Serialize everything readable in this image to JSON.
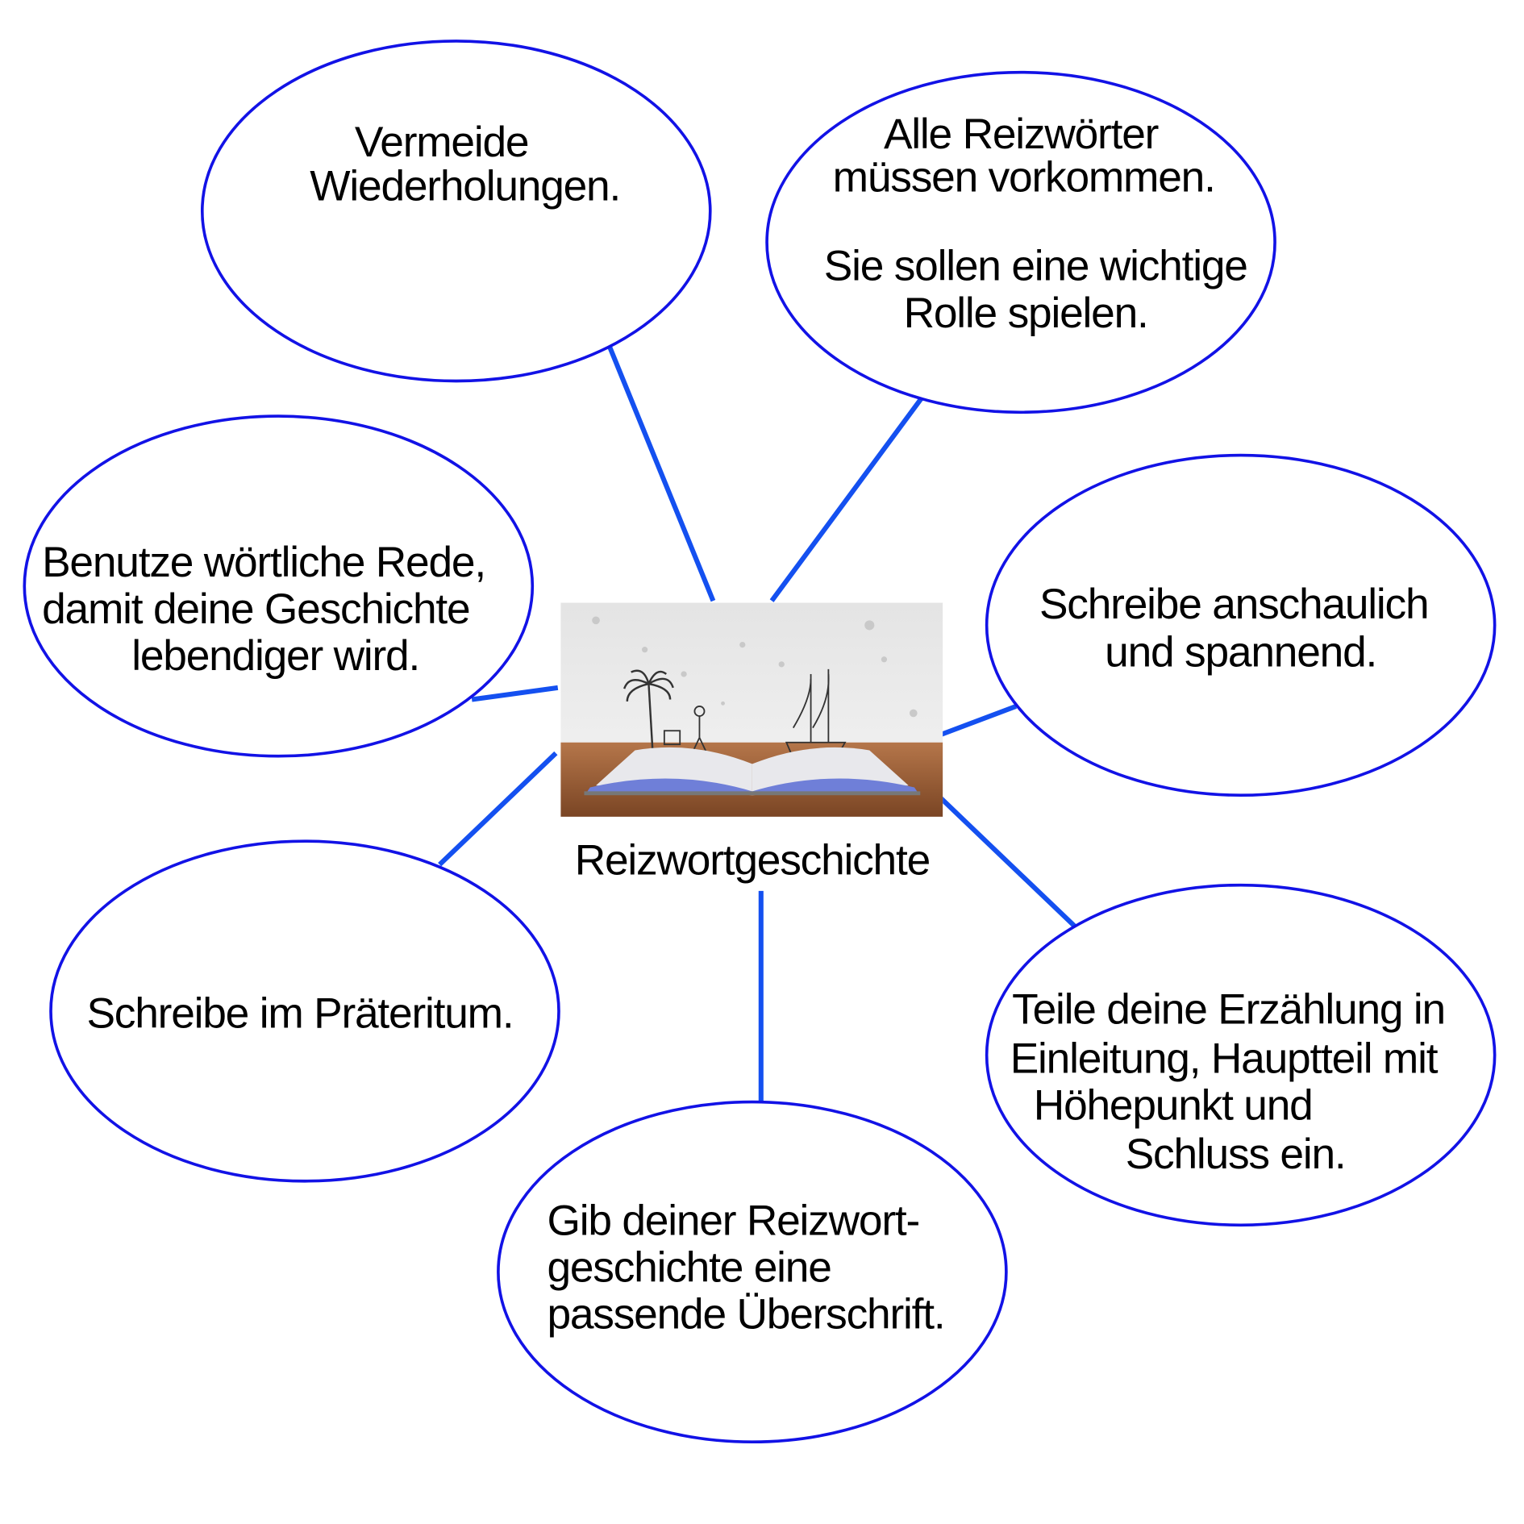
{
  "center": {
    "title": "Reizwortgeschichte",
    "image": "open-book-with-pirate-ship-illustration"
  },
  "bubbles": [
    {
      "lines": [
        "Vermeide",
        "Wiederholungen."
      ]
    },
    {
      "lines": [
        "Alle Reizwörter",
        "müssen vorkommen.",
        "Sie sollen eine wichtige",
        "Rolle spielen."
      ]
    },
    {
      "lines": [
        "Benutze wörtliche Rede,",
        "damit deine Geschichte",
        "lebendiger wird."
      ]
    },
    {
      "lines": [
        "Schreibe anschaulich",
        "und spannend."
      ]
    },
    {
      "lines": [
        "Schreibe im Präteritum."
      ]
    },
    {
      "lines": [
        "Teile deine Erzählung in",
        "Einleitung, Hauptteil mit",
        "Höhepunkt und",
        "Schluss ein."
      ]
    },
    {
      "lines": [
        "Gib deiner Reizwort-",
        "geschichte eine",
        "passende Überschrift."
      ]
    }
  ],
  "colors": {
    "bubble_stroke": "#1212e6",
    "connector": "#1450f0"
  }
}
